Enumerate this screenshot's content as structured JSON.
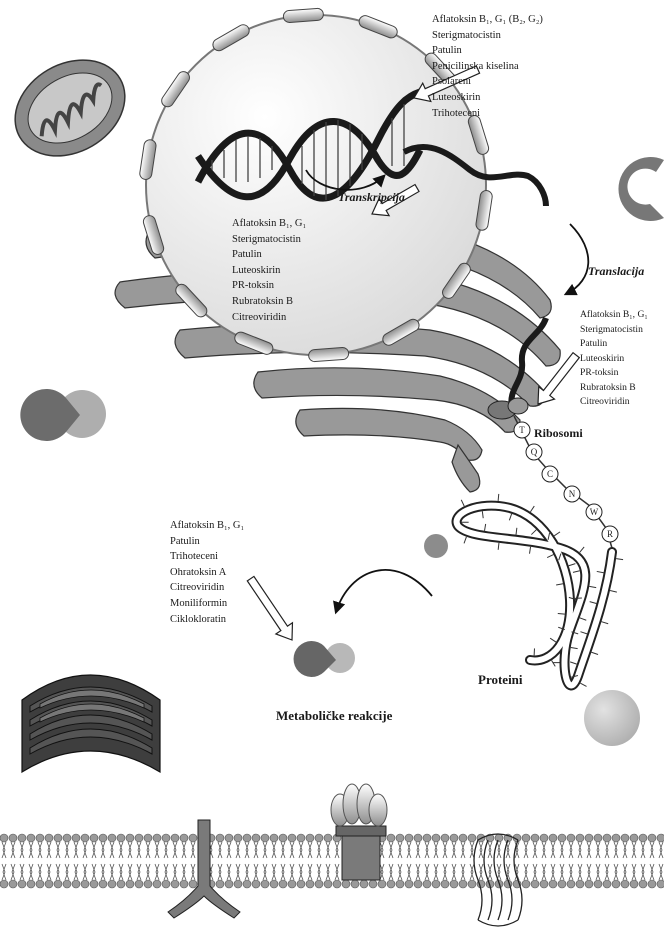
{
  "labels": {
    "transcription": "Transkripcija",
    "translation": "Translacija",
    "ribosomes": "Ribosomi",
    "proteins": "Proteini",
    "metabolic_reactions": "Metaboličke reakcije"
  },
  "toxin_groups": {
    "dna": [
      "Aflatoksin B₁, G₁ (B₂, G₂)",
      "Sterigmatocistin",
      "Patulin",
      "Penicilinska kiselina",
      "Psolareni",
      "Luteoskirin",
      "Trihoteceni"
    ],
    "transcription": [
      "Aflatoksin B₁, G₁",
      "Sterigmatocistin",
      "Patulin",
      "Luteoskirin",
      "PR-toksin",
      "Rubratoksin B",
      "Citreoviridin"
    ],
    "translation": [
      "Aflatoksin B₁, G₁",
      "Sterigmatocistin",
      "Patulin",
      "Luteoskirin",
      "PR-toksin",
      "Rubratoksin B",
      "Citreoviridin"
    ],
    "metabolism": [
      "Aflatoksin B₁, G₁",
      "Patulin",
      "Trihoteceni",
      "Ohratoksin A",
      "Citreoviridin",
      "Moniliformin",
      "Ciklokloratin"
    ]
  },
  "amino_acids": [
    "T",
    "Q",
    "C",
    "N",
    "W",
    "R"
  ],
  "colors": {
    "membrane_grey": "#a8a8a8",
    "organelle_dark": "#6f6f6f",
    "nucleus_fill": "#ececec"
  }
}
